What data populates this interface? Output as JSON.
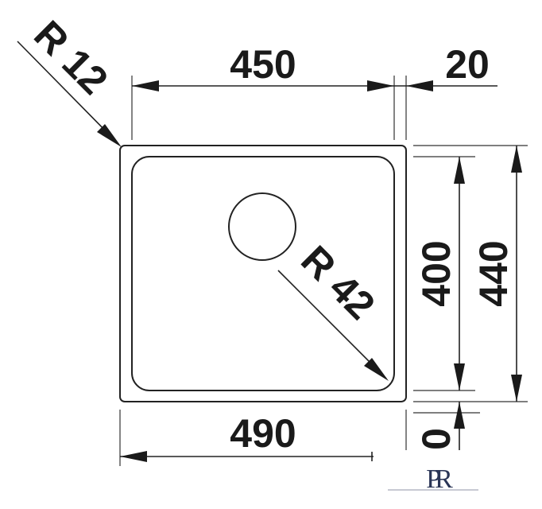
{
  "dimensions": {
    "inner_width": "450",
    "rim_width": "20",
    "corner_radius_outer": "R 12",
    "corner_radius_inner": "R 42",
    "inner_depth": "400",
    "outer_depth": "440",
    "outer_width": "490",
    "partial_label": "0"
  },
  "logo": {
    "letters": "PR"
  },
  "colors": {
    "ink": "#1a1a1a",
    "logo_dark": "#2a3556",
    "logo_accent": "#8a8fa3"
  }
}
